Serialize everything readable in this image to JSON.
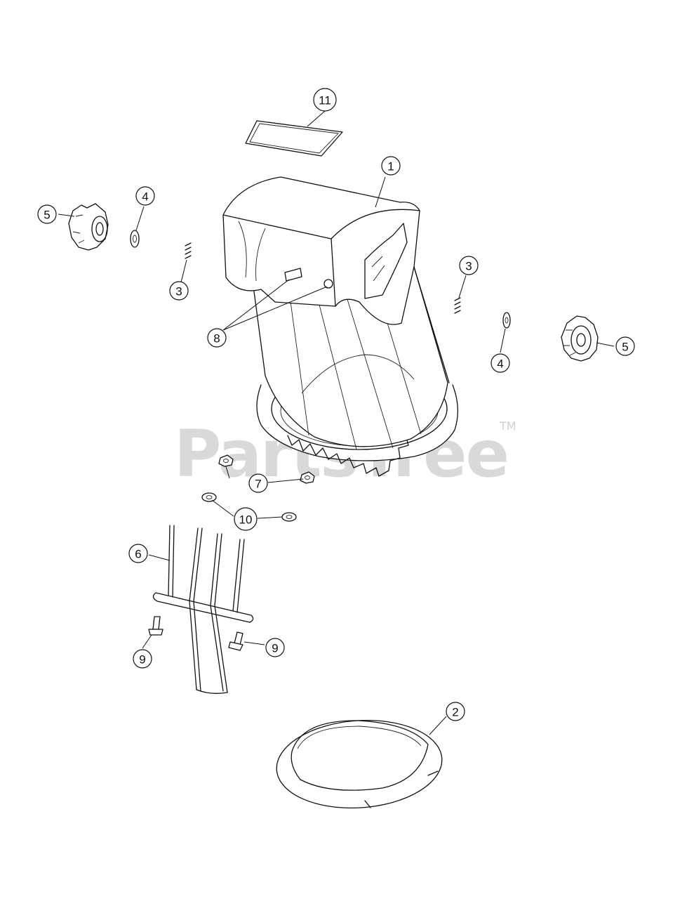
{
  "watermark": {
    "brand": "PartsTree",
    "trademark": "TM"
  },
  "callouts": [
    {
      "id": "c1",
      "label": "1"
    },
    {
      "id": "c2",
      "label": "2"
    },
    {
      "id": "c3a",
      "label": "3"
    },
    {
      "id": "c3b",
      "label": "3"
    },
    {
      "id": "c4a",
      "label": "4"
    },
    {
      "id": "c4b",
      "label": "4"
    },
    {
      "id": "c5a",
      "label": "5"
    },
    {
      "id": "c5b",
      "label": "5"
    },
    {
      "id": "c6",
      "label": "6"
    },
    {
      "id": "c7",
      "label": "7"
    },
    {
      "id": "c8",
      "label": "8"
    },
    {
      "id": "c9a",
      "label": "9"
    },
    {
      "id": "c9b",
      "label": "9"
    },
    {
      "id": "c10",
      "label": "10"
    },
    {
      "id": "c11",
      "label": "11"
    }
  ]
}
